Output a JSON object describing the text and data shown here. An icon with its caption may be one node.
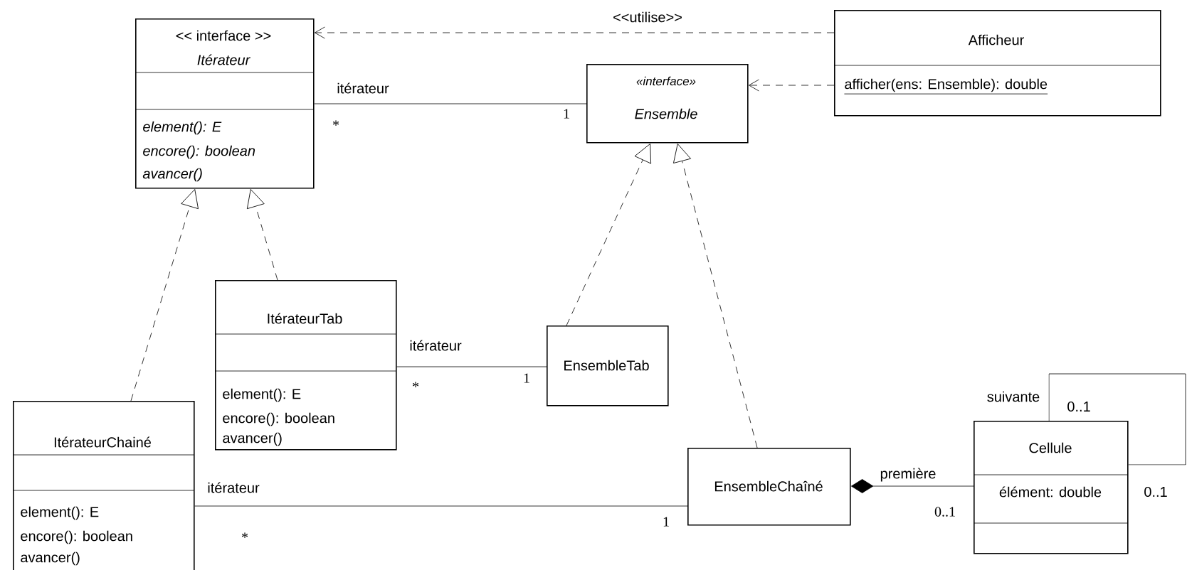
{
  "diagram": {
    "nodes": [
      {
        "text": [
          "<< interface >>",
          "Itérateur",
          "element(): E",
          "encore(): boolean",
          "avancer()"
        ]
      },
      {
        "text": [
          "«interface»",
          "Ensemble"
        ]
      },
      {
        "text": [
          "Afficheur",
          "afficher(ens: Ensemble): double"
        ]
      },
      {
        "text": [
          "ItérateurTab",
          "element(): E",
          "encore(): boolean",
          "avancer()"
        ]
      },
      {
        "text": [
          "EnsembleTab"
        ]
      },
      {
        "text": [
          "ItérateurChainé",
          "element(): E",
          "encore(): boolean",
          "avancer()"
        ]
      },
      {
        "text": [
          "EnsembleChaîné"
        ]
      },
      {
        "text": [
          "Cellule",
          "élément: double"
        ]
      }
    ],
    "edges": [
      {
        "from": 2,
        "to": 0,
        "arrow": "to",
        "style": "dashed",
        "label": "<<utilise>>"
      },
      {
        "from": 2,
        "to": 1,
        "arrow": "to",
        "style": "dashed"
      },
      {
        "from": 0,
        "to": 1,
        "arrow": "none",
        "label": "itérateur"
      },
      {
        "from": 3,
        "to": 0,
        "arrow": "to",
        "style": "dashed"
      },
      {
        "from": 5,
        "to": 0,
        "arrow": "to",
        "style": "dashed"
      },
      {
        "from": 4,
        "to": 1,
        "arrow": "to",
        "style": "dashed"
      },
      {
        "from": 6,
        "to": 1,
        "arrow": "to",
        "style": "dashed"
      },
      {
        "from": 3,
        "to": 4,
        "arrow": "none",
        "label": "itérateur"
      },
      {
        "from": 5,
        "to": 6,
        "arrow": "none",
        "label": "itérateur"
      },
      {
        "from": 6,
        "to": 7,
        "arrow": "other",
        "label": "première"
      },
      {
        "from": 7,
        "to": 7,
        "arrow": "none",
        "label": "suivante"
      }
    ],
    "labels": [
      "1",
      "*",
      "1",
      "*",
      "0..1",
      "0..1",
      "0..1",
      "1",
      "*"
    ]
  }
}
